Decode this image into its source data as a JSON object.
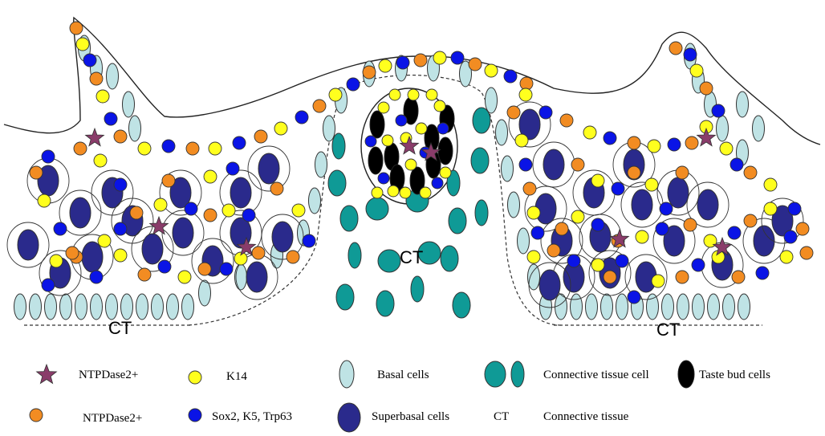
{
  "diagram": {
    "region_labels": [
      "CT",
      "CT",
      "CT"
    ],
    "colors": {
      "ntpdase2_star": "#8a3c6a",
      "k14": "#ffff1e",
      "ntpdase2_circle": "#f28c22",
      "sox2_k5_trp63": "#0a14e6",
      "basal": "#bfe3e5",
      "superbasal": "#2a2a8c",
      "connective": "#0f9a96",
      "taste_bud": "#000000"
    }
  },
  "legend": {
    "ntpdase2_star": "NTPDase2+",
    "k14": "K14",
    "basal": "Basal cells",
    "connective": "Connective tissue cell",
    "taste_bud": "Taste bud cells",
    "ntpdase2_circle": "NTPDase2+",
    "sox2": "Sox2, K5, Trp63",
    "superbasal": "Superbasal cells",
    "ct_abbrev": "CT",
    "ct_full": "Connective tissue"
  }
}
